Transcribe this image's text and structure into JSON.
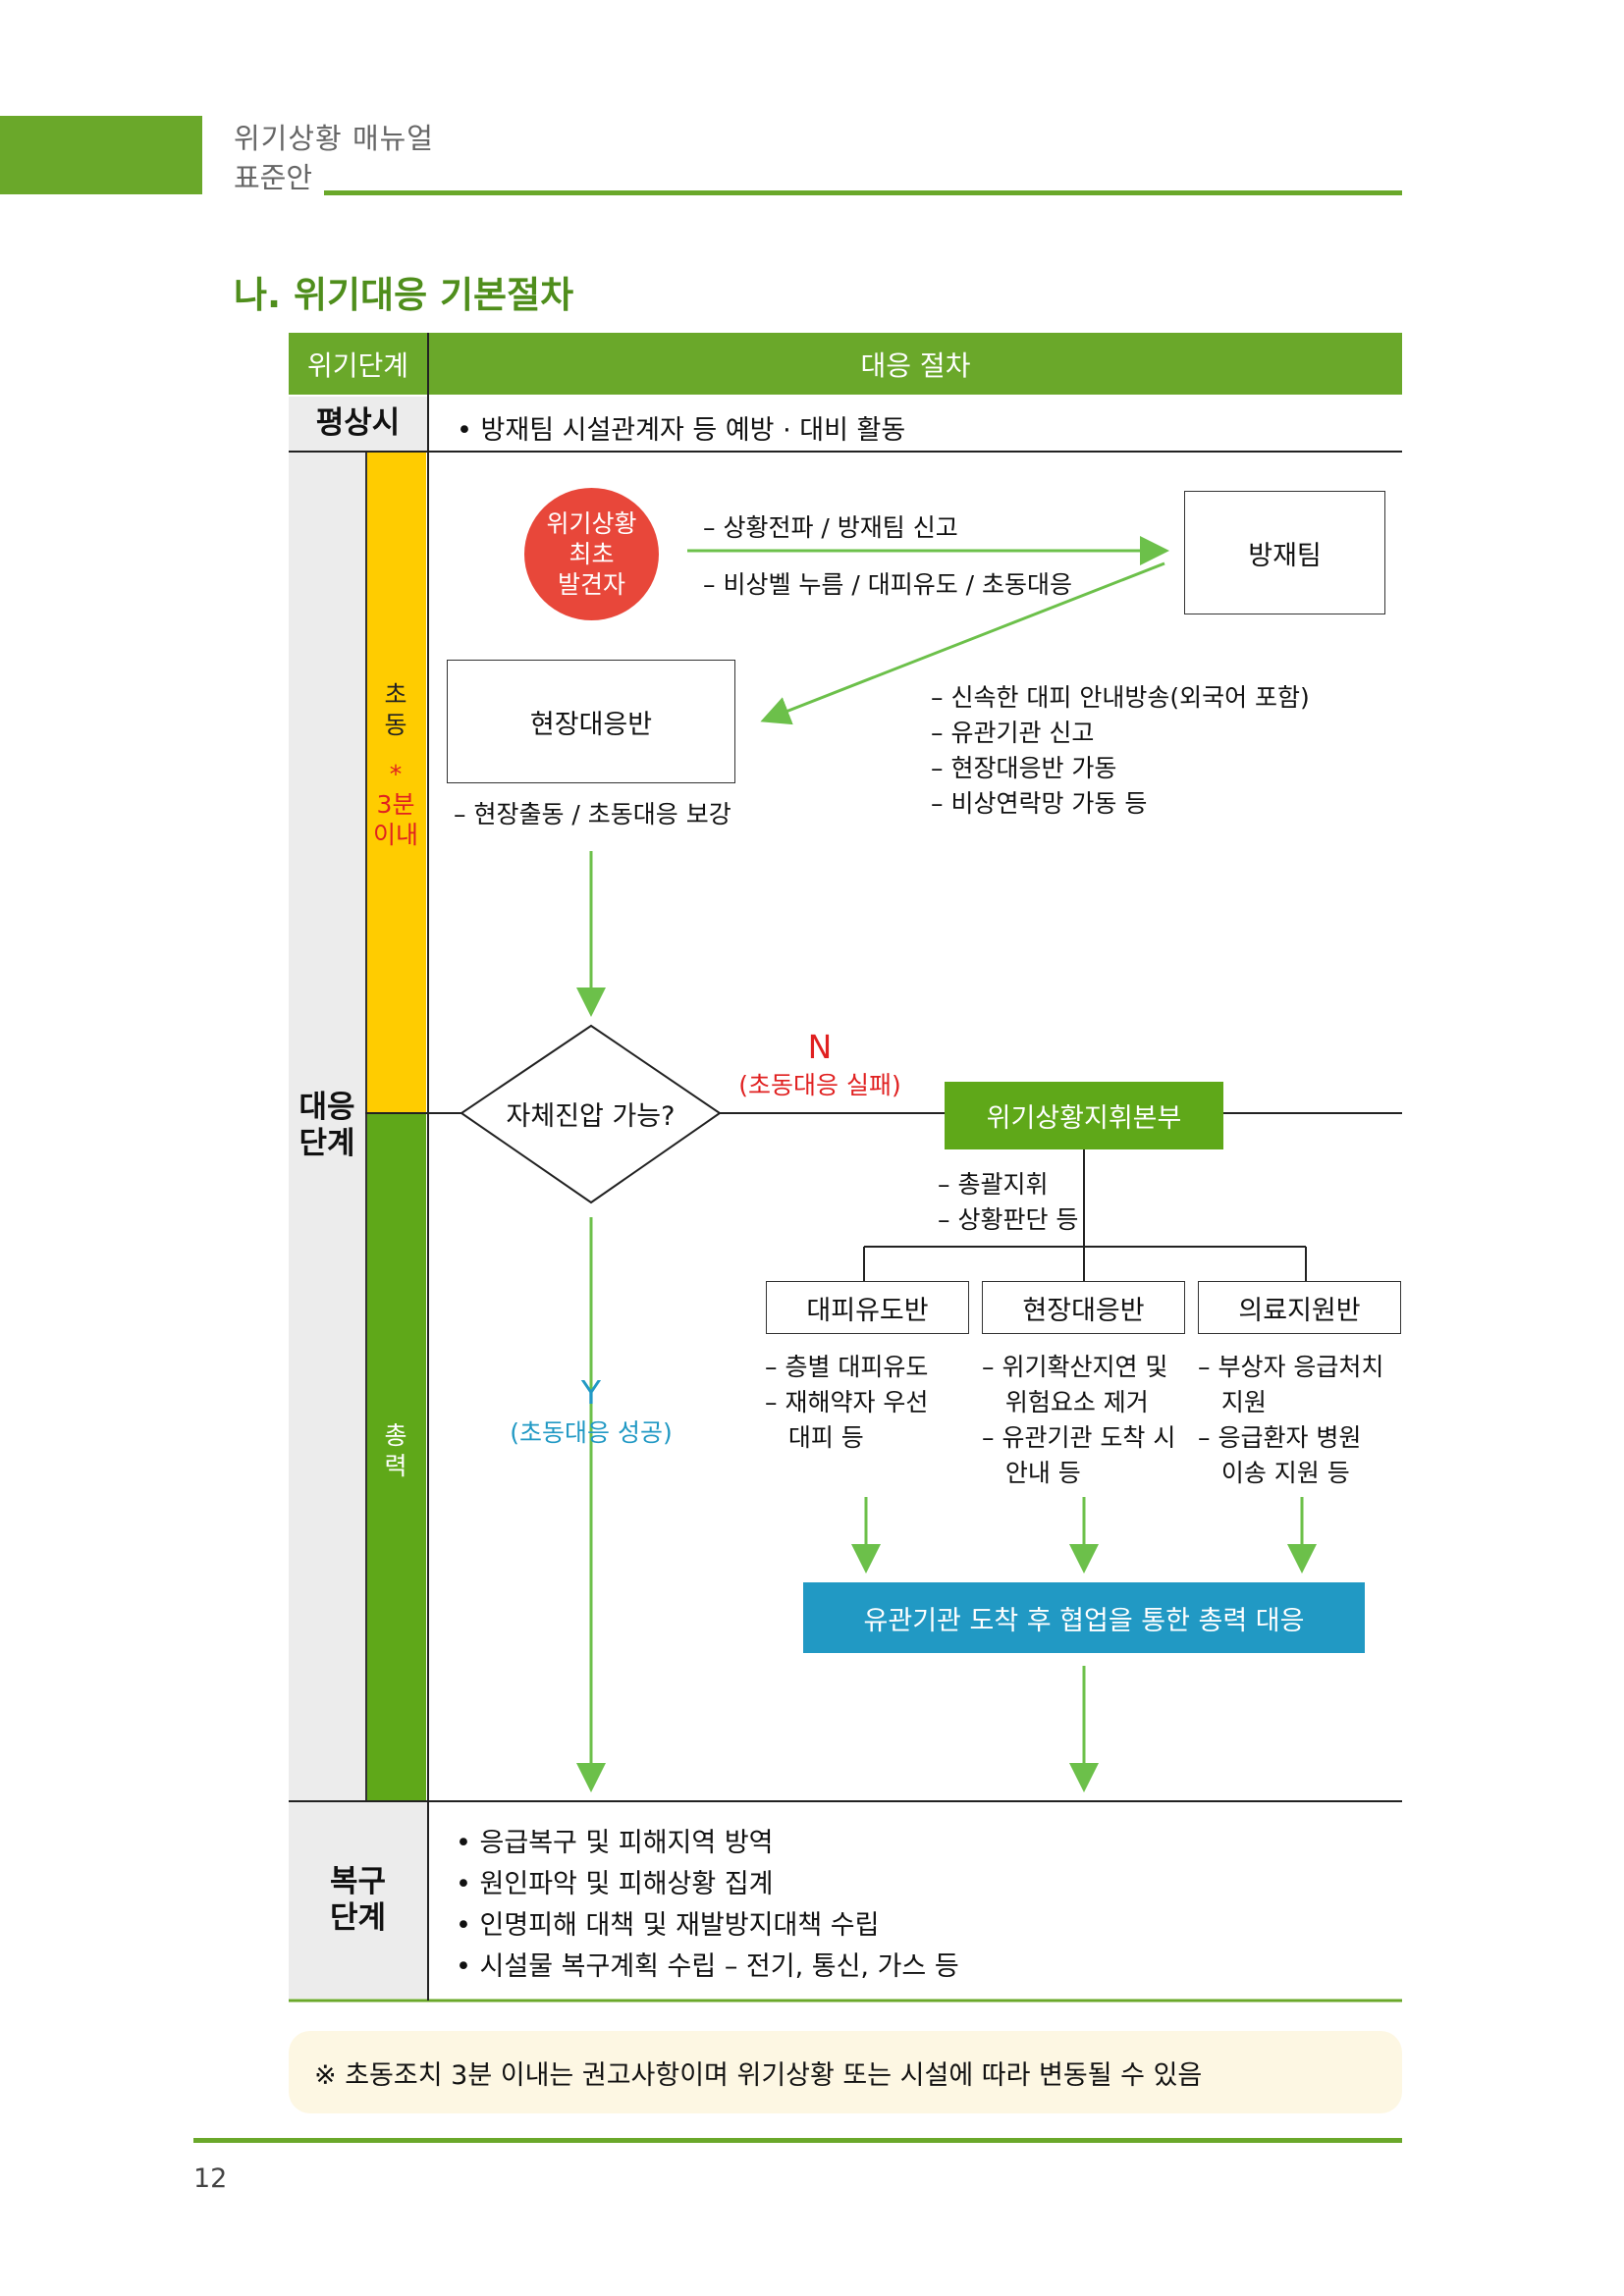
{
  "header": {
    "line1": "위기상황 매뉴얼",
    "line2": "표준안"
  },
  "section_title": "나. 위기대응 기본절차",
  "table": {
    "col1_header": "위기단계",
    "col2_header": "대응 절차",
    "peacetime_label": "평상시",
    "peacetime_text": "• 방재팀 시설관계자 등 예방 · 대비 활동",
    "response_label_1": "대응",
    "response_label_2": "단계",
    "initial_label_1": "초",
    "initial_label_2": "동",
    "initial_star": "*",
    "initial_time_1": "3분",
    "initial_time_2": "이내",
    "total_label_1": "총",
    "total_label_2": "력",
    "recovery_label_1": "복구",
    "recovery_label_2": "단계",
    "recovery_items": [
      "• 응급복구 및 피해지역 방역",
      "• 원인파악 및 피해상황 집계",
      "• 인명피해 대책 및 재발방지대책 수립",
      "• 시설물 복구계획 수립  –  전기, 통신, 가스 등"
    ]
  },
  "flow": {
    "discoverer_1": "위기상황",
    "discoverer_2": "최초",
    "discoverer_3": "발견자",
    "arrow_text_1": "– 상황전파 / 방재팀 신고",
    "arrow_text_2": "– 비상벨 누름 / 대피유도 / 초동대응",
    "disaster_team": "방재팀",
    "field_team": "현장대응반",
    "team_tasks": [
      "– 신속한 대피 안내방송(외국어 포함)",
      "– 유관기관 신고",
      "– 현장대응반 가동",
      "– 비상연락망 가동 등"
    ],
    "field_dispatch": "– 현장출동 / 초동대응 보강",
    "decision": "자체진압 가능?",
    "no_label": "N",
    "no_note": "(초동대응 실패)",
    "yes_label": "Y",
    "yes_note": "(초동대응 성공)",
    "hq": "위기상황지휘본부",
    "hq_tasks": [
      "– 총괄지휘",
      "– 상황판단 등"
    ],
    "evac_team": "대피유도반",
    "evac_tasks": [
      "– 층별 대피유도",
      "– 재해약자 우선",
      "   대피 등"
    ],
    "field_team2": "현장대응반",
    "field2_tasks": [
      "– 위기확산지연 및",
      "   위험요소 제거",
      "– 유관기관 도착 시",
      "   안내 등"
    ],
    "medical_team": "의료지원반",
    "medical_tasks": [
      "– 부상자 응급처치",
      "   지원",
      "– 응급환자 병원",
      "   이송 지원 등"
    ],
    "cooperation": "유관기관 도착 후 협업을 통한 총력 대응"
  },
  "note": "※ 초동조치 3분 이내는 권고사항이며 위기상황 또는 시설에 따라 변동될 수 있음",
  "page_number": "12",
  "colors": {
    "green": "#6aa82a",
    "yellow": "#ffcc00",
    "red": "#e8473a",
    "blue": "#2199c4",
    "arrow": "#6cc04a"
  }
}
